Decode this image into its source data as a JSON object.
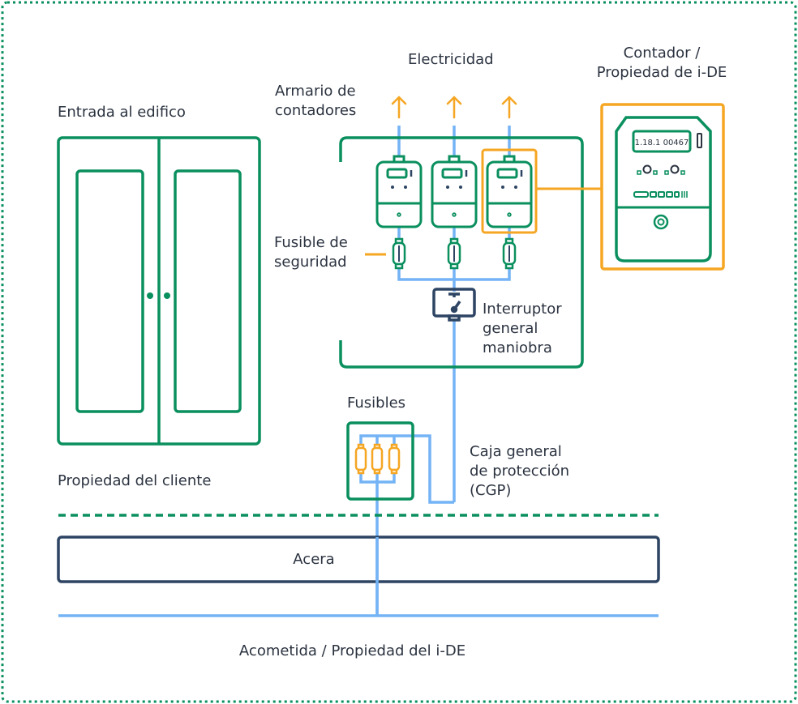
{
  "colors": {
    "green": "#0a8f5e",
    "orange": "#f5a623",
    "blue": "#74b3f5",
    "navy": "#2d4463",
    "text": "#2b3340"
  },
  "labels": {
    "building_entrance": "Entrada al edifico",
    "electricity": "Electricidad",
    "meter_cabinet": "Armario de\ncontadores",
    "meter_owner": "Contador /\nPropiedad de i-DE",
    "safety_fuse": "Fusible de\nseguridad",
    "main_switch": "Interruptor\ngeneral\nmaniobra",
    "fuses": "Fusibles",
    "cgp": "Caja general\nde protección\n(CGP)",
    "client_property": "Propiedad del cliente",
    "sidewalk": "Acera",
    "service_line": "Acometida / Propiedad del i-DE"
  },
  "meter_display": "1.18.1 00467",
  "icons": {
    "door": "double-door-icon",
    "meter": "electric-meter-icon",
    "fuse": "fuse-icon",
    "switch": "switch-icon",
    "arrow": "arrow-up-icon"
  }
}
